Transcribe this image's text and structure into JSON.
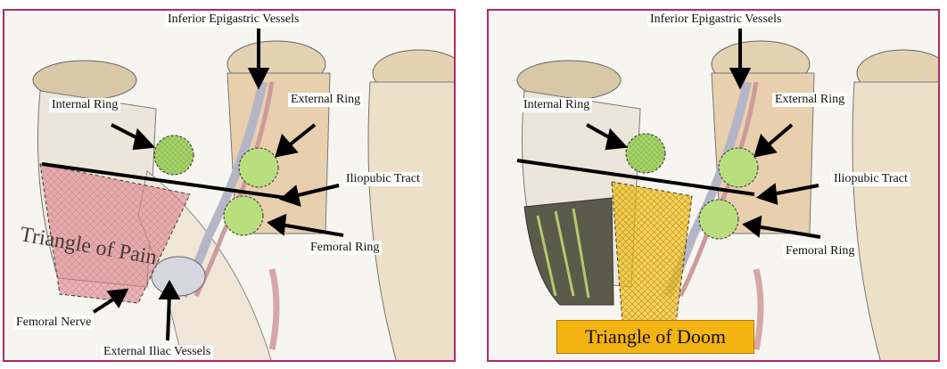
{
  "left_panel": {
    "labels": {
      "inferior_epigastric": "Inferior Epigastric Vessels",
      "internal_ring": "Internal Ring",
      "external_ring": "External Ring",
      "iliopubic_tract": "Iliopubic Tract",
      "femoral_ring": "Femoral Ring",
      "femoral_nerve": "Femoral Nerve",
      "external_iliac": "External Iliac Vessels",
      "triangle_title": "Triangle of Pain"
    }
  },
  "right_panel": {
    "labels": {
      "inferior_epigastric": "Inferior Epigastric Vessels",
      "internal_ring": "Internal Ring",
      "external_ring": "External Ring",
      "iliopubic_tract": "Iliopubic Tract",
      "femoral_ring": "Femoral Ring",
      "triangle_title": "Triangle of Doom"
    }
  },
  "colors": {
    "frame": "#b22a6a",
    "ring_fill": "#a8d46a",
    "pain_overlay": "#e07a86",
    "doom_overlay": "#f2c21a",
    "doom_label_bg": "#f4b411"
  }
}
